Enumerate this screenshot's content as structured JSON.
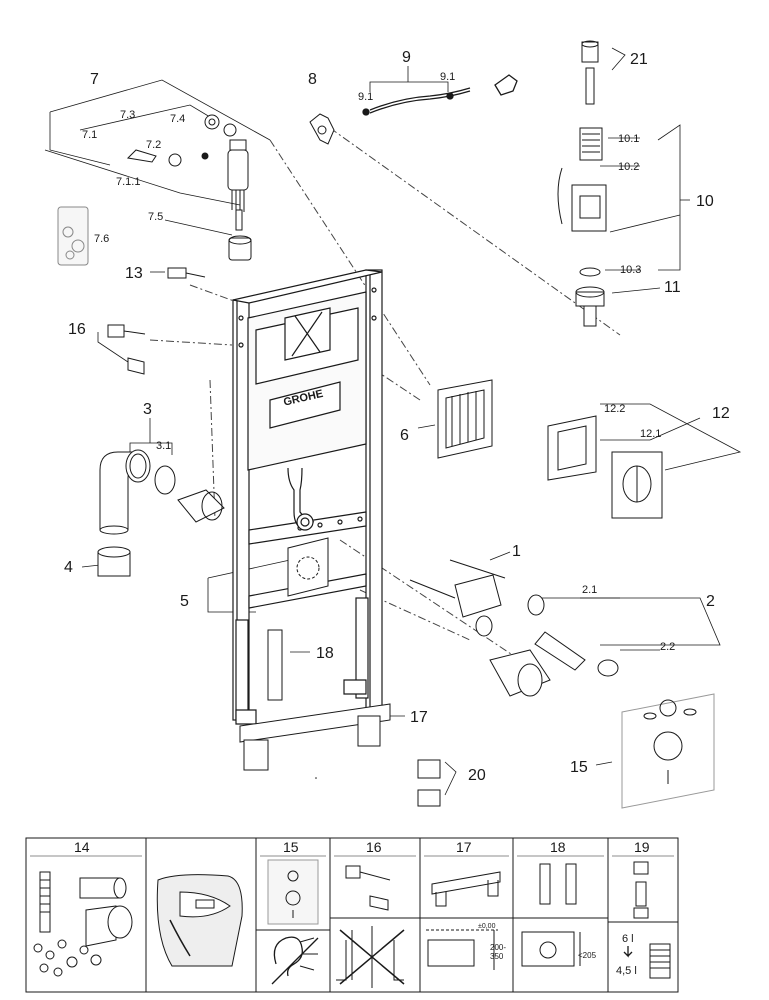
{
  "callouts": {
    "c1": "1",
    "c2": "2",
    "c2_1": "2.1",
    "c2_2": "2.2",
    "c3": "3",
    "c3_1": "3.1",
    "c4": "4",
    "c5": "5",
    "c6": "6",
    "c7": "7",
    "c7_1": "7.1",
    "c7_1_1": "7.1.1",
    "c7_2": "7.2",
    "c7_3": "7.3",
    "c7_4": "7.4",
    "c7_5": "7.5",
    "c7_6": "7.6",
    "c8": "8",
    "c9": "9",
    "c9_1a": "9.1",
    "c9_1b": "9.1",
    "c10": "10",
    "c10_1": "10.1",
    "c10_2": "10.2",
    "c10_3": "10.3",
    "c11": "11",
    "c12": "12",
    "c12_1": "12.1",
    "c12_2": "12.2",
    "c13": "13",
    "c15": "15",
    "c16": "16",
    "c17": "17",
    "c18": "18",
    "c20": "20",
    "c21": "21"
  },
  "frame_brand": "GROHE",
  "table": {
    "headers": [
      "14",
      "15",
      "16",
      "17",
      "18",
      "19"
    ],
    "dim_0": "±0,00",
    "dim_200_350": "200-\n350",
    "dim_205": "<205",
    "liters_6": "6 l",
    "liters_45": "4,5 l"
  },
  "colors": {
    "line": "#1a1a1a",
    "shade": "#cfcfcf",
    "panel": "#f2f2f2"
  }
}
